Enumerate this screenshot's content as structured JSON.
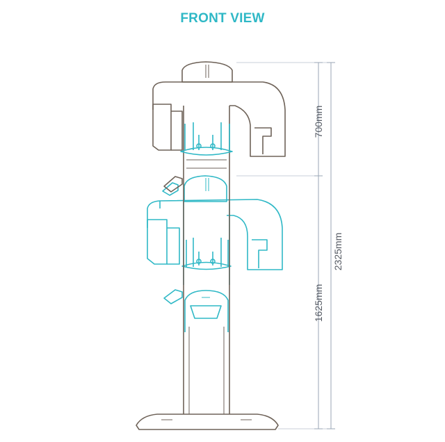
{
  "title": "FRONT VIEW",
  "dimensions": {
    "upper": "700mm",
    "lower": "1625mm",
    "total": "2325mm"
  },
  "colors": {
    "accent": "#2fb8c6",
    "outline": "#6e6258",
    "dimension_line": "#9aa6b6"
  }
}
